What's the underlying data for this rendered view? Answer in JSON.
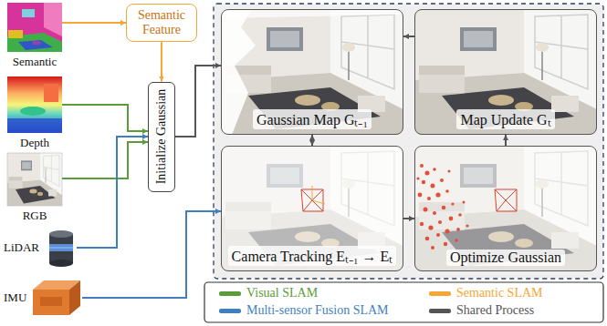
{
  "diagram": {
    "nodes": [
      {
        "text": [
          "Semantic"
        ]
      },
      {
        "text": [
          "Depth"
        ]
      },
      {
        "text": [
          "RGB"
        ]
      },
      {
        "text": [
          "LiDAR"
        ]
      },
      {
        "text": [
          "IMU"
        ]
      },
      {
        "text": [
          "Semantic Feature"
        ]
      },
      {
        "text": [
          "Initialize Gaussian"
        ]
      },
      {
        "text": [
          "Gaussian Map Gₜ₋₁"
        ]
      },
      {
        "text": [
          "Map Update Gₜ"
        ]
      },
      {
        "text": [
          "Camera Tracking Eₜ₋₁ → Eₜ"
        ]
      },
      {
        "text": [
          "Optimize Gaussian"
        ]
      }
    ],
    "edges": [
      {
        "from": 0,
        "to": 5,
        "arrow": "to"
      },
      {
        "from": 5,
        "to": 6,
        "arrow": "to"
      },
      {
        "from": 1,
        "to": 6,
        "arrow": "to"
      },
      {
        "from": 2,
        "to": 6,
        "arrow": "to"
      },
      {
        "from": 3,
        "to": 6,
        "arrow": "to"
      },
      {
        "from": 6,
        "to": 7,
        "arrow": "to"
      },
      {
        "from": 4,
        "to": 9,
        "arrow": "to"
      },
      {
        "from": 7,
        "to": 9,
        "arrow": "both"
      },
      {
        "from": 9,
        "to": 10,
        "arrow": "to"
      },
      {
        "from": 10,
        "to": 8,
        "arrow": "to"
      },
      {
        "from": 8,
        "to": 7,
        "arrow": "to"
      }
    ],
    "legend": [
      {
        "text": "Visual SLAM",
        "color": "#5b9b3a"
      },
      {
        "text": "Semantic SLAM",
        "color": "#f4a636"
      },
      {
        "text": "Multi-sensor Fusion SLAM",
        "color": "#3f7fbf"
      },
      {
        "text": "Shared Process",
        "color": "#555555"
      }
    ]
  }
}
